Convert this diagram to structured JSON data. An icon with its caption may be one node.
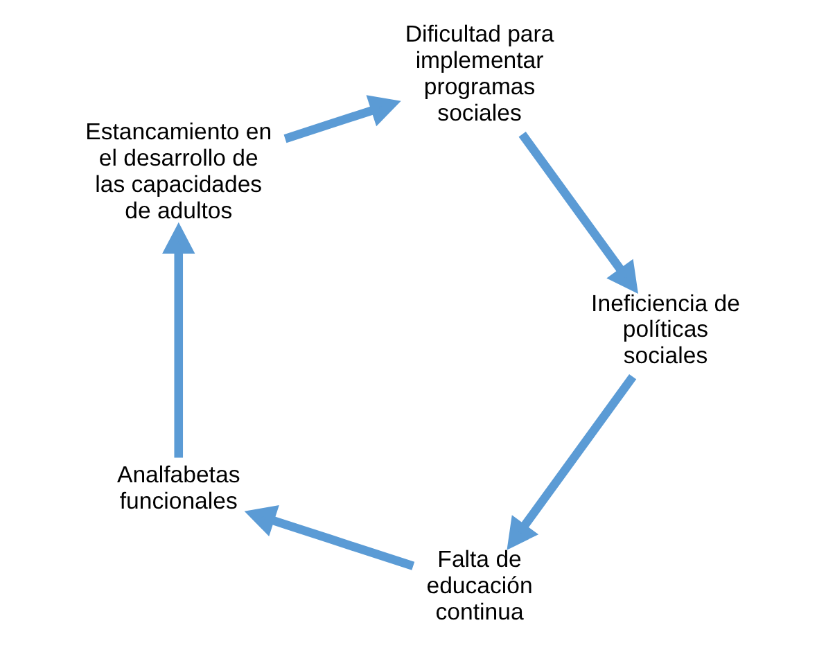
{
  "diagram": {
    "nodes": [
      {
        "text": [
          "Falta de educación continua"
        ]
      },
      {
        "text": [
          "Analfabetas funcionales"
        ]
      },
      {
        "text": [
          "Estancamiento en el desarrollo de las capacidades de adultos"
        ]
      },
      {
        "text": [
          "Dificultad para implementar programas sociales"
        ]
      },
      {
        "text": [
          "Ineficiencia de políticas sociales"
        ]
      }
    ],
    "edges": [
      {
        "from": 0,
        "to": 1,
        "arrow": "to"
      },
      {
        "from": 1,
        "to": 2,
        "arrow": "to"
      },
      {
        "from": 2,
        "to": 3,
        "arrow": "to"
      },
      {
        "from": 3,
        "to": 4,
        "arrow": "to"
      },
      {
        "from": 4,
        "to": 0,
        "arrow": "to"
      }
    ]
  }
}
